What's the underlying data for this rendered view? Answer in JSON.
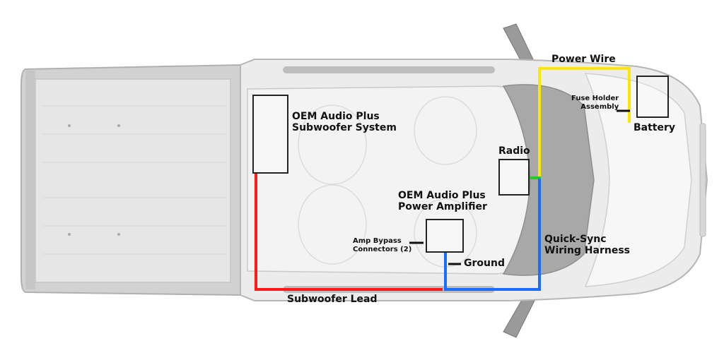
{
  "labels": {
    "power_wire": "Power Wire",
    "fuse_holder_1": "Fuse Holder",
    "fuse_holder_2": "Assembly",
    "battery": "Battery",
    "oem_sub_1": "OEM Audio Plus",
    "oem_sub_2": "Subwoofer System",
    "radio": "Radio",
    "oem_amp_1": "OEM Audio Plus",
    "oem_amp_2": "Power Amplifier",
    "amp_bypass_1": "Amp Bypass",
    "amp_bypass_2": "Connectors (2)",
    "ground": "Ground",
    "quick_sync_1": "Quick-Sync",
    "quick_sync_2": "Wiring Harness",
    "subwoofer_lead": "Subwoofer Lead"
  },
  "colors": {
    "power_wire": "#ffe600",
    "subwoofer_lead": "#ff1a1a",
    "harness": "#1a6dff",
    "radio_link": "#22cc22",
    "box_stroke": "#222222",
    "truck_body": "#e9e9e9",
    "truck_bed": "#d4d4d4",
    "truck_outline": "#b8b8b8"
  }
}
